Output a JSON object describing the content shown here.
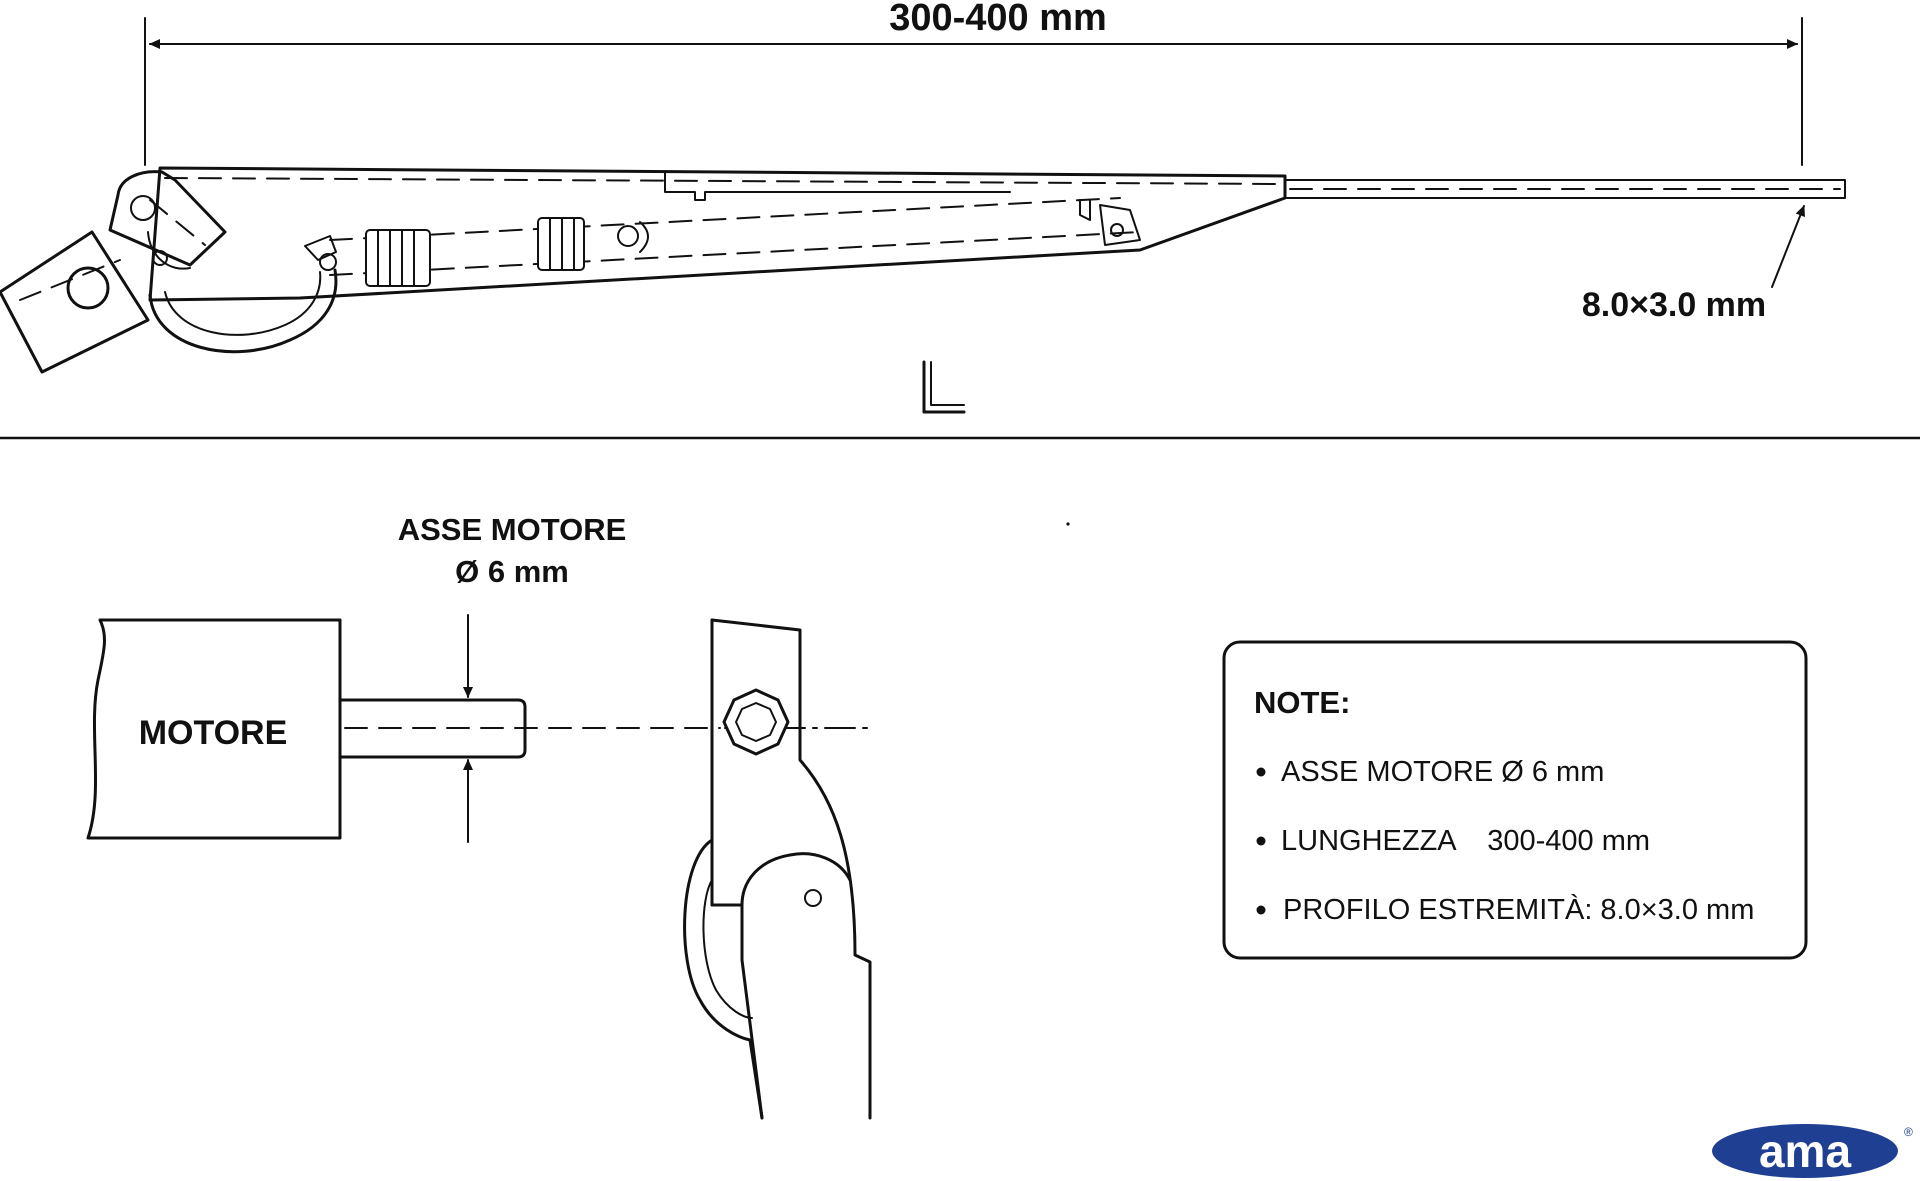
{
  "dimensions": {
    "length": "300-400 mm",
    "tip_profile": "8.0×3.0 mm",
    "variant_mark": "L"
  },
  "detail": {
    "shaft_label_line1": "ASSE MOTORE",
    "shaft_label_line2": "Ø 6 mm",
    "motor_label": "MOTORE"
  },
  "notes": {
    "title": "NOTE:",
    "items": [
      "ASSE MOTORE Ø 6 mm",
      "LUNGHEZZA    300-400 mm",
      "PROFILO ESTREMITÀ: 8.0×3.0 mm"
    ]
  },
  "brand": {
    "logo_text": "ama",
    "logo_color": "#1f3f93",
    "registered_mark": "®"
  }
}
